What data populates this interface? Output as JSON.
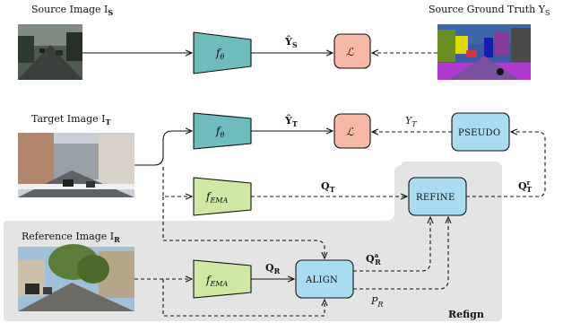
{
  "labels": {
    "source_image": "Source Image I",
    "source_image_sub": "S",
    "source_gt": "Source Ground Truth Y",
    "source_gt_sub": "S",
    "target_image": "Target Image I",
    "target_image_sub": "T",
    "reference_image": "Reference Image I",
    "reference_image_sub": "R",
    "refign": "Refign"
  },
  "blocks": {
    "f_theta": "f",
    "f_theta_sub": "θ",
    "f_ema": "f",
    "f_ema_sub": "EMA",
    "loss": "ℒ",
    "pseudo": "PSEUDO",
    "refine": "REFINE",
    "align": "ALIGN"
  },
  "edges": {
    "y_hat_s": "Ŷ",
    "y_hat_s_sub": "S",
    "y_hat_t": "Ŷ",
    "y_hat_t_sub": "T",
    "y_t": "Y",
    "y_t_sub": "T",
    "q_t": "Q",
    "q_t_sub": "T",
    "q_r": "Q",
    "q_r_sub": "R",
    "q_r_a": "Q",
    "q_r_a_sup": "a",
    "q_r_a_sub": "R",
    "q_t_r": "Q",
    "q_t_r_sup": "r",
    "q_t_r_sub": "T",
    "p_r": "P",
    "p_r_sub": "R"
  },
  "colors": {
    "teal": "#6fbcbc",
    "green": "#cfe9a5",
    "salmon": "#f7b9a6",
    "blue": "#a9dcf1",
    "gray_region": "#e4e4e4"
  }
}
